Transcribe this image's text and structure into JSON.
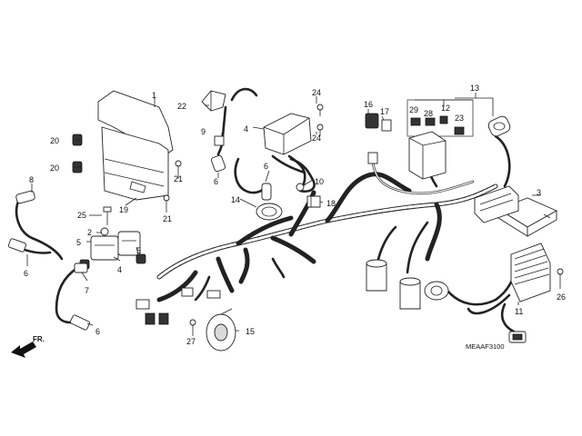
{
  "labels": {
    "p1": "1",
    "p2": "2",
    "p3": "3",
    "p4a": "4",
    "p4b": "4",
    "p5a": "5",
    "p5b": "5",
    "p6a": "6",
    "p6b": "6",
    "p6c": "6",
    "p6d": "6",
    "p7": "7",
    "p8": "8",
    "p9": "9",
    "p10": "10",
    "p11": "11",
    "p12": "12",
    "p13": "13",
    "p14": "14",
    "p15": "15",
    "p16": "16",
    "p17": "17",
    "p18": "18",
    "p19": "19",
    "p20a": "20",
    "p20b": "20",
    "p21a": "21",
    "p21b": "21",
    "p22": "22",
    "p23": "23",
    "p24a": "24",
    "p24b": "24",
    "p25": "25",
    "p26": "26",
    "p27": "27",
    "p28": "28",
    "p29": "29"
  },
  "diagram_code": "MEAAF3100",
  "front_marker": "FR."
}
